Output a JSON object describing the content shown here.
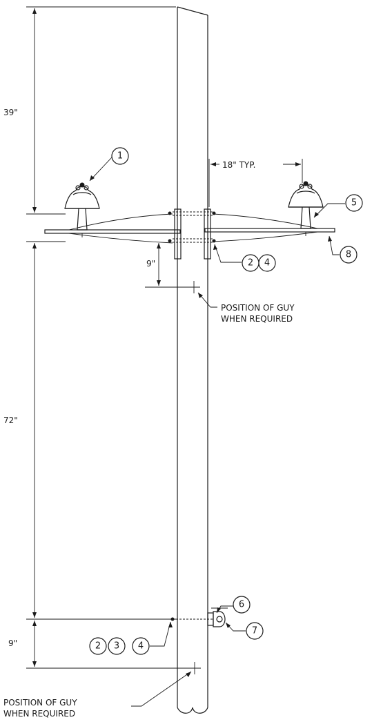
{
  "dimensions": {
    "top_spacing": "39\"",
    "mid_spacing": "72\"",
    "upper_guy_offset": "9\"",
    "lower_guy_offset": "9\"",
    "pin_offset": "18\" TYP."
  },
  "notes": {
    "upper_guy_line1": "POSITION OF GUY",
    "upper_guy_line2": "WHEN REQUIRED",
    "lower_guy_line1": "POSITION OF GUY",
    "lower_guy_line2": "WHEN REQUIRED"
  },
  "callouts": {
    "c1": "1",
    "c2a": "2",
    "c4a": "4",
    "c5": "5",
    "c8": "8",
    "c6": "6",
    "c7": "7",
    "c2b": "2",
    "c3b": "3",
    "c4b": "4"
  }
}
